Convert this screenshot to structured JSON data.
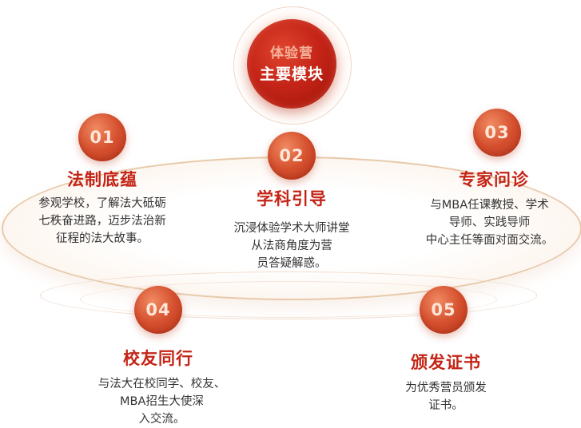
{
  "hub": {
    "line1": "体验营",
    "line2": "主要模块"
  },
  "modules": [
    {
      "number": "01",
      "title": "法制底蕴",
      "description": [
        "参观学校，了解法大砥砺",
        "七秩奋进路，迈步法治新",
        "征程的法大故事。"
      ]
    },
    {
      "number": "02",
      "title": "学科引导",
      "description": [
        "沉浸体验学术大师讲堂",
        "从法商角度为营",
        "员答疑解惑。"
      ]
    },
    {
      "number": "03",
      "title": "专家问诊",
      "description": [
        "与MBA任课教授、学术",
        "导师、实践导师",
        "中心主任等面对面交流。"
      ]
    },
    {
      "number": "04",
      "title": "校友同行",
      "description": [
        "与法大在校同学、校友、",
        "MBA招生大使深",
        "入交流。"
      ]
    },
    {
      "number": "05",
      "title": "颁发证书",
      "description": [
        "为优秀营员颁发",
        "证书。"
      ]
    }
  ],
  "colors": {
    "accent": "#c42416",
    "hub": "#c52518",
    "badge": "#d5502e",
    "ring": "#e7c9a9"
  }
}
